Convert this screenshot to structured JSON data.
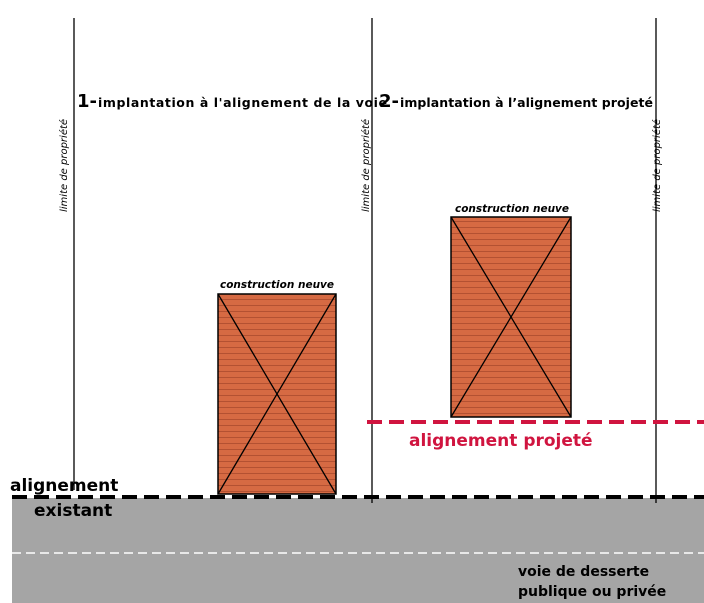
{
  "sections": [
    {
      "number": "1-",
      "title": "implantation à l'alignement de la voie"
    },
    {
      "number": "2-",
      "title": "implantation à l’alignement projeté"
    }
  ],
  "property_limit_label": "limite de propriété",
  "constructions": [
    {
      "label": "construction neuve"
    },
    {
      "label": "construction neuve"
    }
  ],
  "alignment_projected": "alignement projeté",
  "alignment_existing": {
    "line1": "alignement",
    "line2": "existant"
  },
  "road": {
    "line1": "voie de desserte",
    "line2": "publique ou privée"
  },
  "colors": {
    "road": "#a5a5a5",
    "building_fill": "#d66a43",
    "building_hatch": "#a4462a",
    "projected_line": "#d0143f",
    "ink": "#000000"
  }
}
